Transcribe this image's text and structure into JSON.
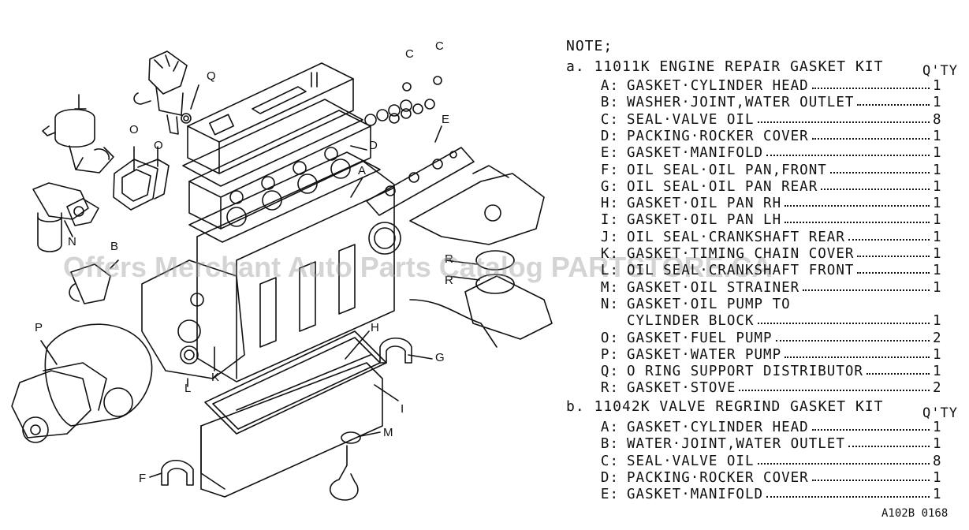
{
  "note": {
    "title": "NOTE;",
    "kit_a_title": "a. 11011K ENGINE REPAIR GASKET KIT",
    "kit_b_title": "b. 11042K VALVE REGRIND GASKET KIT",
    "qty_header": "Q'TY",
    "kit_a_items": [
      {
        "letter": "A",
        "name": "GASKET·CYLINDER HEAD",
        "qty": "1"
      },
      {
        "letter": "B",
        "name": "WASHER·JOINT,WATER OUTLET",
        "qty": "1"
      },
      {
        "letter": "C",
        "name": "SEAL·VALVE OIL",
        "qty": "8"
      },
      {
        "letter": "D",
        "name": "PACKING·ROCKER COVER",
        "qty": "1"
      },
      {
        "letter": "E",
        "name": "GASKET·MANIFOLD",
        "qty": "1"
      },
      {
        "letter": "F",
        "name": "OIL SEAL·OIL PAN,FRONT",
        "qty": "1"
      },
      {
        "letter": "G",
        "name": "OIL SEAL·OIL PAN REAR",
        "qty": "1"
      },
      {
        "letter": "H",
        "name": "GASKET·OIL PAN RH",
        "qty": "1"
      },
      {
        "letter": "I",
        "name": "GASKET·OIL PAN LH",
        "qty": "1"
      },
      {
        "letter": "J",
        "name": "OIL SEAL·CRANKSHAFT REAR",
        "qty": "1"
      },
      {
        "letter": "K",
        "name": "GASKET·TIMING CHAIN COVER",
        "qty": "1"
      },
      {
        "letter": "L",
        "name": "OIL SEAL·CRANKSHAFT FRONT",
        "qty": "1"
      },
      {
        "letter": "M",
        "name": "GASKET·OIL STRAINER",
        "qty": "1"
      },
      {
        "letter": "N",
        "name": "GASKET·OIL PUMP TO",
        "qty": ""
      },
      {
        "letter": "",
        "name": "CYLINDER BLOCK",
        "qty": "1"
      },
      {
        "letter": "O",
        "name": "GASKET·FUEL PUMP",
        "qty": "2"
      },
      {
        "letter": "P",
        "name": "GASKET·WATER PUMP",
        "qty": "1"
      },
      {
        "letter": "Q",
        "name": "O RING SUPPORT DISTRIBUTOR",
        "qty": "1"
      },
      {
        "letter": "R",
        "name": "GASKET·STOVE",
        "qty": "2"
      }
    ],
    "kit_b_items": [
      {
        "letter": "A",
        "name": "GASKET·CYLINDER HEAD",
        "qty": "1"
      },
      {
        "letter": "B",
        "name": "WATER·JOINT,WATER OUTLET",
        "qty": "1"
      },
      {
        "letter": "C",
        "name": "SEAL·VALVE OIL",
        "qty": "8"
      },
      {
        "letter": "D",
        "name": "PACKING·ROCKER COVER",
        "qty": "1"
      },
      {
        "letter": "E",
        "name": "GASKET·MANIFOLD",
        "qty": "1"
      }
    ]
  },
  "diagram_code": "A102B 0168",
  "watermark": "Offers Merchant Auto Parts Catalog PARTSTORE.CA",
  "callouts": [
    "C",
    "C",
    "Q",
    "E",
    "D",
    "O",
    "O",
    "A",
    "N",
    "B",
    "R",
    "R",
    "P",
    "H",
    "G",
    "L",
    "K",
    "I",
    "M",
    "F"
  ]
}
